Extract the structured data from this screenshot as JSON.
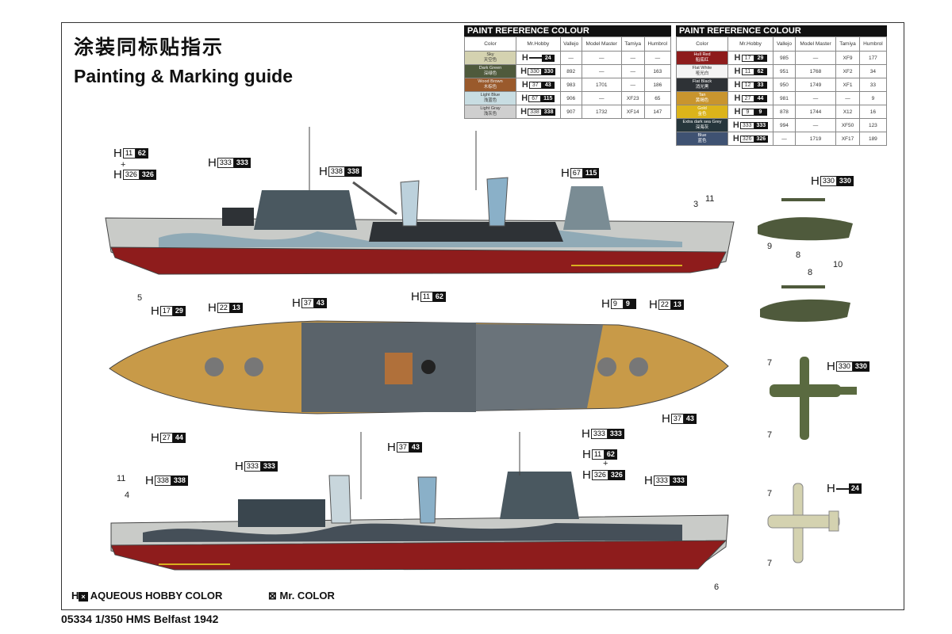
{
  "title_cn": "涂装同标贴指示",
  "title_en": "Painting & Marking guide",
  "paint_tables": [
    {
      "caption": "PAINT  REFERENCE COLOUR",
      "headers": [
        "Color",
        "Mr.Hobby",
        "Vallejo",
        "Model Master",
        "Tamiya",
        "Humbrol"
      ],
      "rows": [
        {
          "name": "Sky",
          "name_cn": "天空色",
          "swatch": "#d4d2b0",
          "text_color": "#333",
          "w": "",
          "k": "24",
          "vallejo": "—",
          "model_master": "—",
          "tamiya": "—",
          "humbrol": "—"
        },
        {
          "name": "Dark Green",
          "name_cn": "深绿色",
          "swatch": "#4f5a3c",
          "text_color": "#eee",
          "w": "330",
          "k": "330",
          "vallejo": "892",
          "model_master": "—",
          "tamiya": "—",
          "humbrol": "163"
        },
        {
          "name": "Wood Brown",
          "name_cn": "木棕色",
          "swatch": "#9a5a2c",
          "text_color": "#eee",
          "w": "37",
          "k": "43",
          "vallejo": "983",
          "model_master": "1701",
          "tamiya": "—",
          "humbrol": "186"
        },
        {
          "name": "Light Blue",
          "name_cn": "浅蓝色",
          "swatch": "#c8dde2",
          "text_color": "#333",
          "w": "67",
          "k": "115",
          "vallejo": "906",
          "model_master": "—",
          "tamiya": "XF23",
          "humbrol": "65"
        },
        {
          "name": "Light Gray",
          "name_cn": "浅灰色",
          "swatch": "#cfcfcf",
          "text_color": "#333",
          "w": "338",
          "k": "338",
          "vallejo": "907",
          "model_master": "1732",
          "tamiya": "XF14",
          "humbrol": "147"
        }
      ]
    },
    {
      "caption": "PAINT  REFERENCE COLOUR",
      "headers": [
        "Color",
        "Mr.Hobby",
        "Vallejo",
        "Model Master",
        "Tamiya",
        "Humbrol"
      ],
      "rows": [
        {
          "name": "Hull Red",
          "name_cn": "船底红",
          "swatch": "#8e1c1c",
          "text_color": "#fff",
          "w": "17",
          "k": "29",
          "vallejo": "985",
          "model_master": "—",
          "tamiya": "XF9",
          "humbrol": "177"
        },
        {
          "name": "Flat White",
          "name_cn": "哑光白",
          "swatch": "#f4f4f4",
          "text_color": "#333",
          "w": "11",
          "k": "62",
          "vallejo": "951",
          "model_master": "1768",
          "tamiya": "XF2",
          "humbrol": "34"
        },
        {
          "name": "Flat Black",
          "name_cn": "消光黑",
          "swatch": "#2e3236",
          "text_color": "#fff",
          "w": "12",
          "k": "33",
          "vallejo": "950",
          "model_master": "1749",
          "tamiya": "XF1",
          "humbrol": "33"
        },
        {
          "name": "Tan",
          "name_cn": "黄褐色",
          "swatch": "#c9952e",
          "text_color": "#fff",
          "w": "27",
          "k": "44",
          "vallejo": "981",
          "model_master": "—",
          "tamiya": "—",
          "humbrol": "9"
        },
        {
          "name": "Gold",
          "name_cn": "金色",
          "swatch": "#dcb41a",
          "text_color": "#fff",
          "w": "9",
          "k": "9",
          "vallejo": "878",
          "model_master": "1744",
          "tamiya": "X12",
          "humbrol": "16"
        },
        {
          "name": "Extra dark sea Grey",
          "name_cn": "深海灰",
          "swatch": "#26363c",
          "text_color": "#fff",
          "w": "333",
          "k": "333",
          "vallejo": "994",
          "model_master": "—",
          "tamiya": "XF50",
          "humbrol": "123"
        },
        {
          "name": "Blue",
          "name_cn": "蓝色",
          "swatch": "#3f5272",
          "text_color": "#fff",
          "w": "326",
          "k": "326",
          "vallejo": "—",
          "model_master": "1719",
          "tamiya": "XF17",
          "humbrol": "189"
        }
      ]
    }
  ],
  "callouts": [
    {
      "w": "11",
      "k": "62"
    },
    {
      "w": "326",
      "k": "326"
    },
    {
      "w": "333",
      "k": "333"
    },
    {
      "w": "338",
      "k": "338"
    },
    {
      "w": "67",
      "k": "115"
    },
    {
      "w": "17",
      "k": "29"
    },
    {
      "w": "22",
      "k": "13"
    },
    {
      "w": "9",
      "k": "9"
    },
    {
      "w": "22",
      "k": "13"
    },
    {
      "w": "37",
      "k": "43"
    },
    {
      "w": "11",
      "k": "62"
    },
    {
      "w": "27",
      "k": "44"
    },
    {
      "w": "37",
      "k": "43"
    },
    {
      "w": "333",
      "k": "333"
    },
    {
      "w": "37",
      "k": "43"
    },
    {
      "w": "338",
      "k": "338"
    },
    {
      "w": "333",
      "k": "333"
    },
    {
      "w": "11",
      "k": "62"
    },
    {
      "w": "326",
      "k": "326"
    },
    {
      "w": "333",
      "k": "333"
    },
    {
      "w": "330",
      "k": "330"
    },
    {
      "w": "330",
      "k": "330"
    },
    {
      "w": "",
      "k": "24"
    }
  ],
  "callout_prefix": "H",
  "plus": "+",
  "part_numbers": [
    "3",
    "11",
    "5",
    "9",
    "8",
    "8",
    "10",
    "7",
    "7",
    "7",
    "7",
    "11",
    "4",
    "6"
  ],
  "legend": {
    "h_symbol": "H",
    "aqueous": "AQUEOUS HOBBY COLOR",
    "mr_symbol": "⊠",
    "mr": "Mr. COLOR"
  },
  "footer": "05334 1/350 HMS Belfast 1942"
}
